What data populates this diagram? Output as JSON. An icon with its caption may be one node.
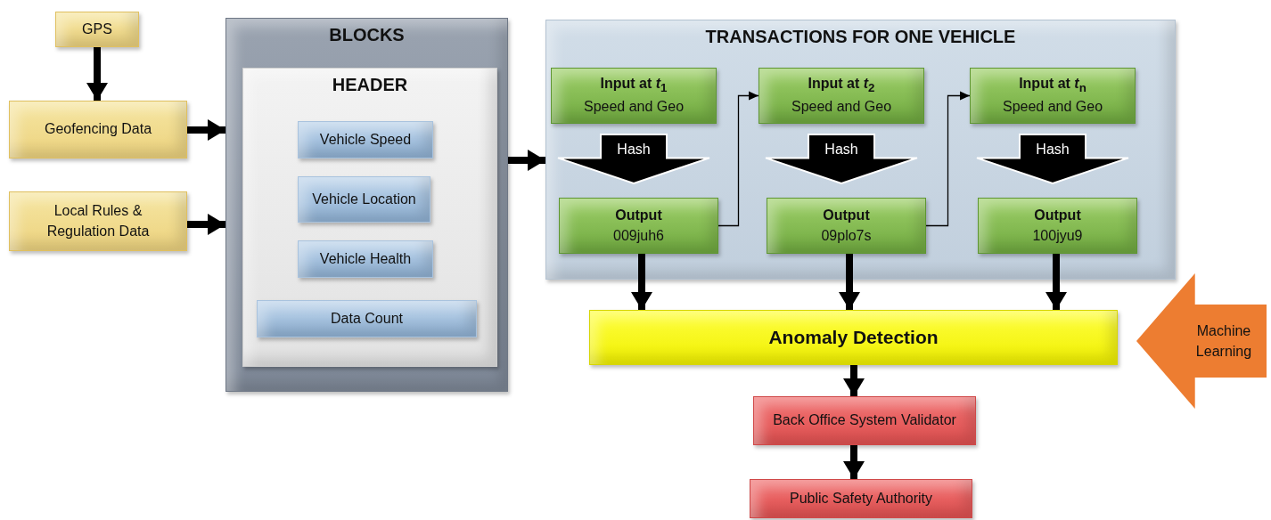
{
  "diagram": {
    "nodes": [
      {
        "text": [
          "GPS"
        ]
      },
      {
        "text": [
          "Geofencing Data"
        ]
      },
      {
        "text": [
          "Local Rules & Regulation Data"
        ]
      },
      {
        "text": [
          "BLOCKS"
        ]
      },
      {
        "text": [
          "HEADER"
        ],
        "in": 3
      },
      {
        "text": [
          "Vehicle Speed"
        ],
        "in": 4
      },
      {
        "text": [
          "Vehicle Location"
        ],
        "in": 4
      },
      {
        "text": [
          "Vehicle Health"
        ],
        "in": 4
      },
      {
        "text": [
          "Data Count"
        ],
        "in": 4
      },
      {
        "text": [
          "TRANSACTIONS FOR ONE VEHICLE"
        ]
      },
      {
        "text": [
          "Input at *t*$_{1}$",
          "Speed and Geo"
        ],
        "in": 9
      },
      {
        "text": [
          "Input at *t*$_{2}$",
          "Speed and Geo"
        ],
        "in": 9
      },
      {
        "text": [
          "Input at *t*$_{n}$",
          "Speed and Geo"
        ],
        "in": 9
      },
      {
        "text": [
          "Output",
          "009juh6"
        ],
        "in": 9
      },
      {
        "text": [
          "Output",
          "09plo7s"
        ],
        "in": 9
      },
      {
        "text": [
          "Output",
          "100jyu9"
        ],
        "in": 9
      },
      {
        "text": [
          "Anomaly Detection"
        ]
      },
      {
        "text": [
          "Machine Learning"
        ]
      },
      {
        "text": [
          "Back Office System Validator"
        ]
      },
      {
        "text": [
          "Public Safety Authority"
        ]
      }
    ],
    "edges": [
      {
        "from": 0,
        "to": 1,
        "arrow": "to"
      },
      {
        "from": 1,
        "to": 3,
        "arrow": "to"
      },
      {
        "from": 2,
        "to": 3,
        "arrow": "to"
      },
      {
        "from": 3,
        "to": 9,
        "arrow": "to"
      },
      {
        "from": 10,
        "to": 13,
        "arrow": "to",
        "label": "Hash"
      },
      {
        "from": 13,
        "to": 11,
        "arrow": "to"
      },
      {
        "from": 11,
        "to": 14,
        "arrow": "to",
        "label": "Hash"
      },
      {
        "from": 14,
        "to": 12,
        "arrow": "to"
      },
      {
        "from": 12,
        "to": 15,
        "arrow": "to",
        "label": "Hash"
      },
      {
        "from": 13,
        "to": 16,
        "arrow": "to"
      },
      {
        "from": 14,
        "to": 16,
        "arrow": "to"
      },
      {
        "from": 15,
        "to": 16,
        "arrow": "to"
      },
      {
        "from": 16,
        "to": 18,
        "arrow": "to"
      },
      {
        "from": 18,
        "to": 19,
        "arrow": "to"
      }
    ]
  }
}
